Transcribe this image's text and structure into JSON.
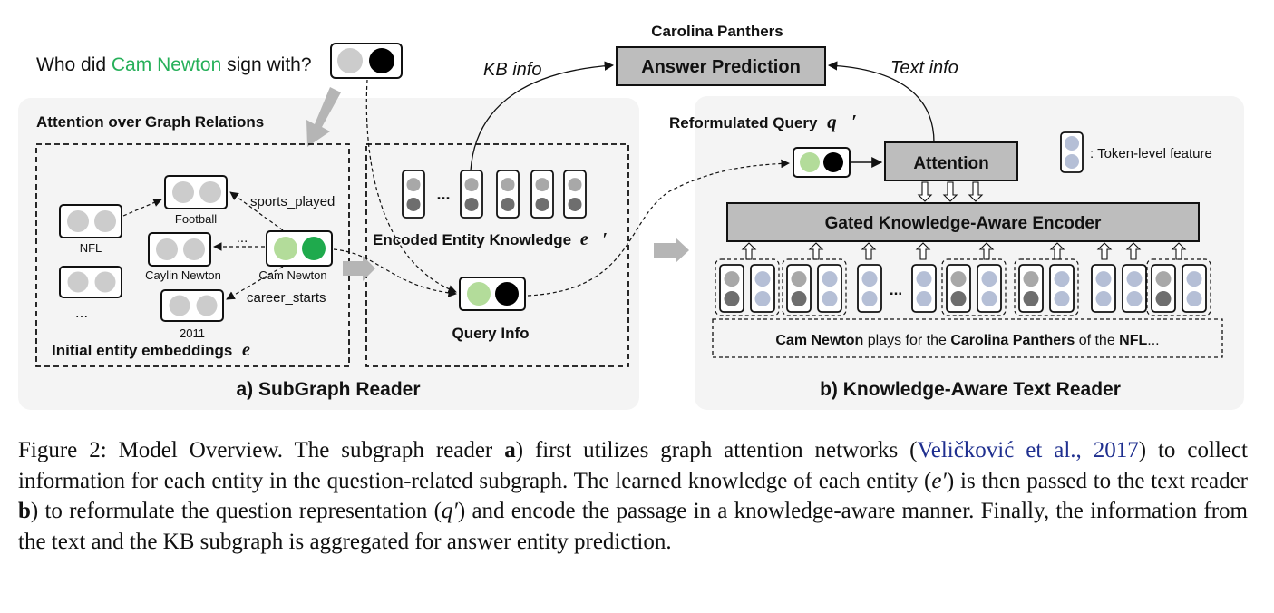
{
  "question": {
    "prefix": "Who did",
    "entity": "Cam Newton",
    "suffix": "sign with?",
    "entity_color": "#27b05a"
  },
  "top": {
    "answer_entity": "Carolina Panthers",
    "answer_prediction": "Answer Prediction",
    "kb_info": "KB info",
    "text_info": "Text info"
  },
  "subgraph": {
    "attention_title": "Attention over Graph Relations",
    "entities": {
      "football": "Football",
      "nfl": "NFL",
      "caylin": "Caylin Newton",
      "cam": "Cam Newton",
      "year": "2011",
      "ellipsis_left": "...",
      "ellipsis_mid": "..."
    },
    "relations": {
      "sports_played": "sports_played",
      "career_starts": "career_starts"
    },
    "initial_embeddings": "Initial entity embeddings",
    "encoded_knowledge": "Encoded Entity Knowledge",
    "ellipsis_encoded": "...",
    "query_info": "Query Info",
    "panel_title": "a) SubGraph Reader"
  },
  "text_reader": {
    "reformulated_query": "Reformulated Query",
    "attention": "Attention",
    "legend": ": Token-level feature",
    "encoder": "Gated Knowledge-Aware Encoder",
    "ellipsis_tokens": "...",
    "passage": [
      {
        "t": "Cam Newton",
        "b": true
      },
      {
        "t": " plays for the ",
        "b": false
      },
      {
        "t": "Carolina Panthers",
        "b": true
      },
      {
        "t": " of the ",
        "b": false
      },
      {
        "t": "NFL",
        "b": true
      },
      {
        "t": "...",
        "b": false
      }
    ],
    "panel_title": "b) Knowledge-Aware Text Reader"
  },
  "caption": {
    "label": "Figure 2: Model Overview. The subgraph reader ",
    "a": "a",
    "p1": ") first utilizes graph attention networks (",
    "cite": "Veličković et al., 2017",
    "p2": ") to collect information for each entity in the question-related subgraph. The learned knowledge of each entity (",
    "e": "e′",
    "p3": ") is then passed to the text reader ",
    "b": "b",
    "p4": ") to reformulate the question representation (",
    "q": "q′",
    "p5": ") and encode the passage in a knowledge-aware manner. Finally, the information from the text and the KB subgraph is aggregated for answer entity prediction."
  },
  "colors": {
    "light_gray": "#cccccc",
    "dark_gray": "#6e6e6e",
    "mid_gray": "#a8a8a8",
    "black": "#000000",
    "light_green": "#b3dc9a",
    "green": "#1faa4d",
    "blue_gray": "#b5bfd6",
    "box_fill": "#bdbdbd",
    "panel": "#f4f4f4",
    "citation": "#1f2f8f"
  }
}
